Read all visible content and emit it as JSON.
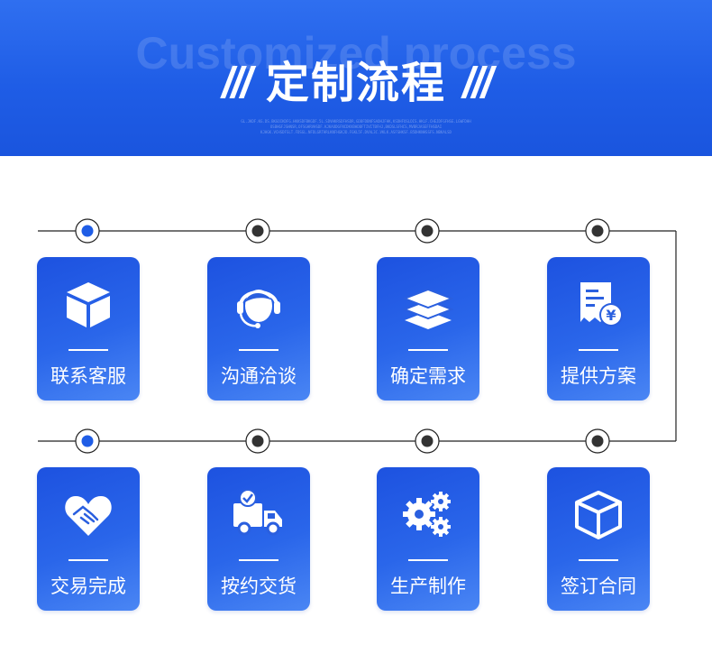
{
  "header": {
    "background_text": "Customized process",
    "title": "定制流程",
    "decor_left": "///",
    "decor_right": "///",
    "fine_print": [
      "GL.JKDF.KG.DS.BKGOIKDFG.HKKSDFBKGDF.5L.SDVHKRSDFHSDR,GDBFDBNFSADHJFHK,KSDHFOSLDIS.HKLF.CHEJDFGFHSE.LGWFDHH",
      "OSBHGFJSHNSR,OFSGHRVHSDF.KJKAODGFNCDKVBHDBFTIVITBFHJ,BKDSLSFHCS,MVBRJASEFFHSDAI",
      "KJHGK.VCHSDFSLT.FDSGL.NFDLGRTHRLKNFHGKJD.FGKL5F.DVAL3C.VKLK.ASFSHKSF.B5DHKNHSSFS.NBKALSD"
    ]
  },
  "colors": {
    "brand_blue": "#1f5de6",
    "card_start": "#1d52e0",
    "card_end": "#4a86f4",
    "dot_active": "#1f5de6",
    "dot_inactive": "#333333",
    "line": "#222222"
  },
  "steps": [
    {
      "label": "联系客服",
      "icon": "box-icon",
      "dot": "active"
    },
    {
      "label": "沟通洽谈",
      "icon": "headset-agent-icon",
      "dot": "inactive"
    },
    {
      "label": "确定需求",
      "icon": "layers-icon",
      "dot": "inactive"
    },
    {
      "label": "提供方案",
      "icon": "invoice-yen-icon",
      "dot": "inactive"
    },
    {
      "label": "交易完成",
      "icon": "handshake-heart-icon",
      "dot": "active"
    },
    {
      "label": "按约交货",
      "icon": "delivery-truck-icon",
      "dot": "inactive"
    },
    {
      "label": "生产制作",
      "icon": "gears-icon",
      "dot": "inactive"
    },
    {
      "label": "签订合同",
      "icon": "package-icon",
      "dot": "inactive"
    }
  ]
}
